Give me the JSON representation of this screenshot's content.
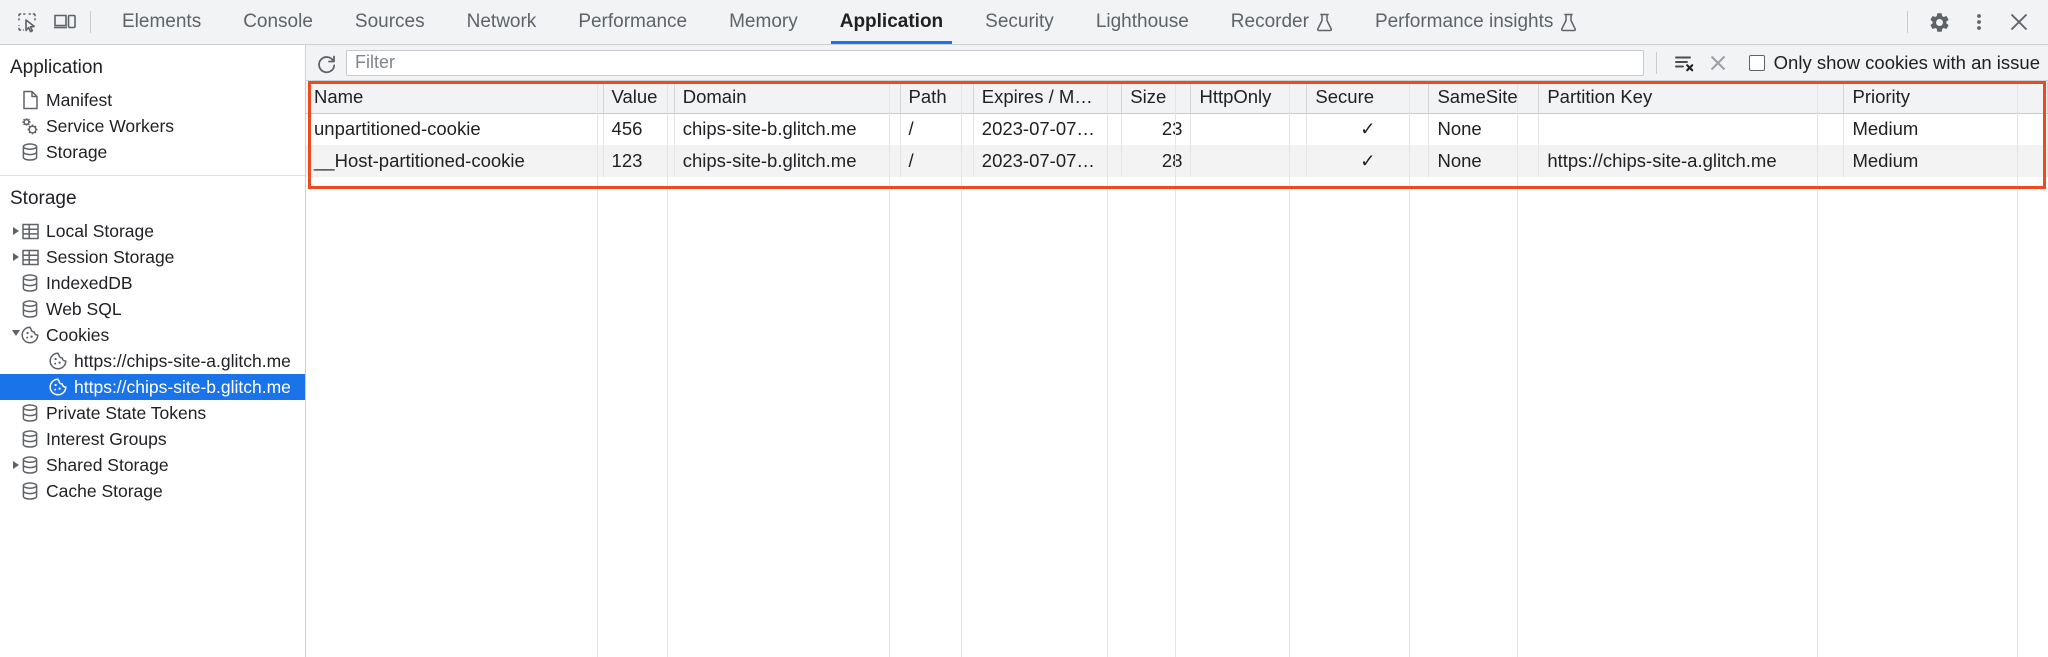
{
  "tabbar": {
    "inspect_icon": "inspect-cursor-icon",
    "device_icon": "device-toolbar-icon",
    "tabs": [
      {
        "label": "Elements",
        "selected": false,
        "experimental": false
      },
      {
        "label": "Console",
        "selected": false,
        "experimental": false
      },
      {
        "label": "Sources",
        "selected": false,
        "experimental": false
      },
      {
        "label": "Network",
        "selected": false,
        "experimental": false
      },
      {
        "label": "Performance",
        "selected": false,
        "experimental": false
      },
      {
        "label": "Memory",
        "selected": false,
        "experimental": false
      },
      {
        "label": "Application",
        "selected": true,
        "experimental": false
      },
      {
        "label": "Security",
        "selected": false,
        "experimental": false
      },
      {
        "label": "Lighthouse",
        "selected": false,
        "experimental": false
      },
      {
        "label": "Recorder",
        "selected": false,
        "experimental": true
      },
      {
        "label": "Performance insights",
        "selected": false,
        "experimental": true
      }
    ],
    "settings_icon": "gear-icon",
    "more_icon": "more-vertical-icon",
    "close_icon": "close-icon",
    "selected_underline_color": "#1a73e8"
  },
  "sidebar": {
    "application_section": {
      "title": "Application",
      "items": [
        {
          "label": "Manifest",
          "icon": "document-icon",
          "indent": 2,
          "arrow": "none"
        },
        {
          "label": "Service Workers",
          "icon": "gears-icon",
          "indent": 2,
          "arrow": "none"
        },
        {
          "label": "Storage",
          "icon": "database-icon",
          "indent": 2,
          "arrow": "none"
        }
      ]
    },
    "storage_section": {
      "title": "Storage",
      "items": [
        {
          "label": "Local Storage",
          "icon": "table-icon",
          "indent": 1,
          "arrow": "right",
          "selected": false
        },
        {
          "label": "Session Storage",
          "icon": "table-icon",
          "indent": 1,
          "arrow": "right",
          "selected": false
        },
        {
          "label": "IndexedDB",
          "icon": "database-icon",
          "indent": 2,
          "arrow": "none",
          "selected": false
        },
        {
          "label": "Web SQL",
          "icon": "database-icon",
          "indent": 2,
          "arrow": "none",
          "selected": false
        },
        {
          "label": "Cookies",
          "icon": "cookie-icon",
          "indent": 1,
          "arrow": "down",
          "selected": false
        },
        {
          "label": "https://chips-site-a.glitch.me",
          "icon": "cookie-icon",
          "indent": 3,
          "arrow": "none",
          "selected": false
        },
        {
          "label": "https://chips-site-b.glitch.me",
          "icon": "cookie-icon",
          "indent": 3,
          "arrow": "none",
          "selected": true
        },
        {
          "label": "Private State Tokens",
          "icon": "database-icon",
          "indent": 2,
          "arrow": "none",
          "selected": false
        },
        {
          "label": "Interest Groups",
          "icon": "database-icon",
          "indent": 2,
          "arrow": "none",
          "selected": false
        },
        {
          "label": "Shared Storage",
          "icon": "database-icon",
          "indent": 1,
          "arrow": "right",
          "selected": false
        },
        {
          "label": "Cache Storage",
          "icon": "database-icon",
          "indent": 2,
          "arrow": "none",
          "selected": false
        }
      ],
      "selection_color": "#1a73e8"
    }
  },
  "filter_bar": {
    "refresh_icon": "refresh-icon",
    "filter_placeholder": "Filter",
    "filter_value": "",
    "clear_filters_icon": "clear-filters-icon",
    "clear_icon": "close-x-icon",
    "issue_checkbox": {
      "label": "Only show cookies with an issue",
      "checked": false
    }
  },
  "cookie_table": {
    "highlight_color": "#ec4a1f",
    "columns": [
      "Name",
      "Value",
      "Domain",
      "Path",
      "Expires / M…",
      "Size",
      "HttpOnly",
      "Secure",
      "SameSite",
      "Partition Key",
      "Priority"
    ],
    "rows": [
      {
        "name": "unpartitioned-cookie",
        "value": "456",
        "domain": "chips-site-b.glitch.me",
        "path": "/",
        "expires": "2023-07-07…",
        "size": "23",
        "http_only": "",
        "secure": "✓",
        "same_site": "None",
        "partition_key": "",
        "priority": "Medium"
      },
      {
        "name": "__Host-partitioned-cookie",
        "value": "123",
        "domain": "chips-site-b.glitch.me",
        "path": "/",
        "expires": "2023-07-07…",
        "size": "28",
        "http_only": "",
        "secure": "✓",
        "same_site": "None",
        "partition_key": "https://chips-site-a.glitch.me",
        "priority": "Medium"
      }
    ]
  }
}
